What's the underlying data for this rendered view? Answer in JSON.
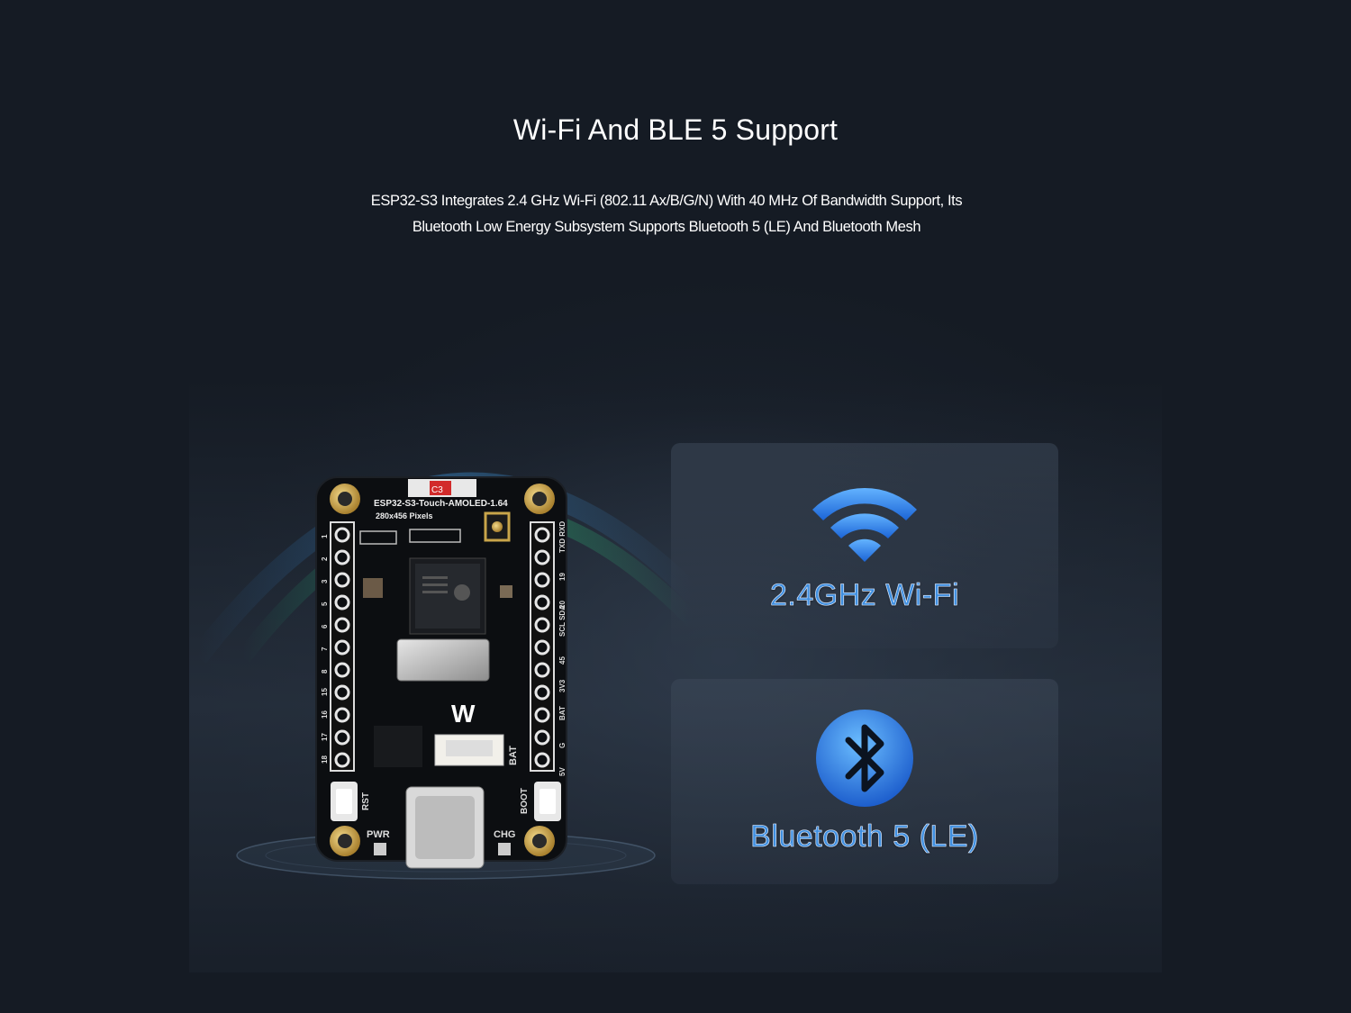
{
  "header": {
    "title": "Wi-Fi And BLE 5 Support",
    "description_line1": "ESP32-S3 Integrates 2.4 GHz Wi-Fi (802.11 Ax/B/G/N) With 40 MHz Of Bandwidth Support, Its",
    "description_line2": "Bluetooth Low Energy Subsystem Supports Bluetooth 5 (LE) And Bluetooth Mesh"
  },
  "board": {
    "name": "ESP32-S3-Touch-AMOLED-1.64",
    "resolution": "280x456 Pixels",
    "left_pins": [
      "1",
      "2",
      "3",
      "5",
      "6",
      "7",
      "8",
      "15",
      "16",
      "17",
      "18"
    ],
    "right_pins": [
      "TXD RXD",
      "19",
      "20",
      "SCL SDA",
      "45",
      "3V3",
      "BAT",
      "G",
      "5V"
    ],
    "button_rst": "RST",
    "button_boot": "BOOT",
    "label_pwr": "PWR",
    "label_chg": "CHG",
    "label_bat": "BAT",
    "label_c3": "C3"
  },
  "features": {
    "wifi_label": "2.4GHz Wi-Fi",
    "bluetooth_label": "Bluetooth 5 (LE)"
  },
  "colors": {
    "background": "#151b24",
    "accent_blue": "#3f8fe0",
    "board_black": "#0d0f12",
    "gold": "#c9a54a"
  }
}
